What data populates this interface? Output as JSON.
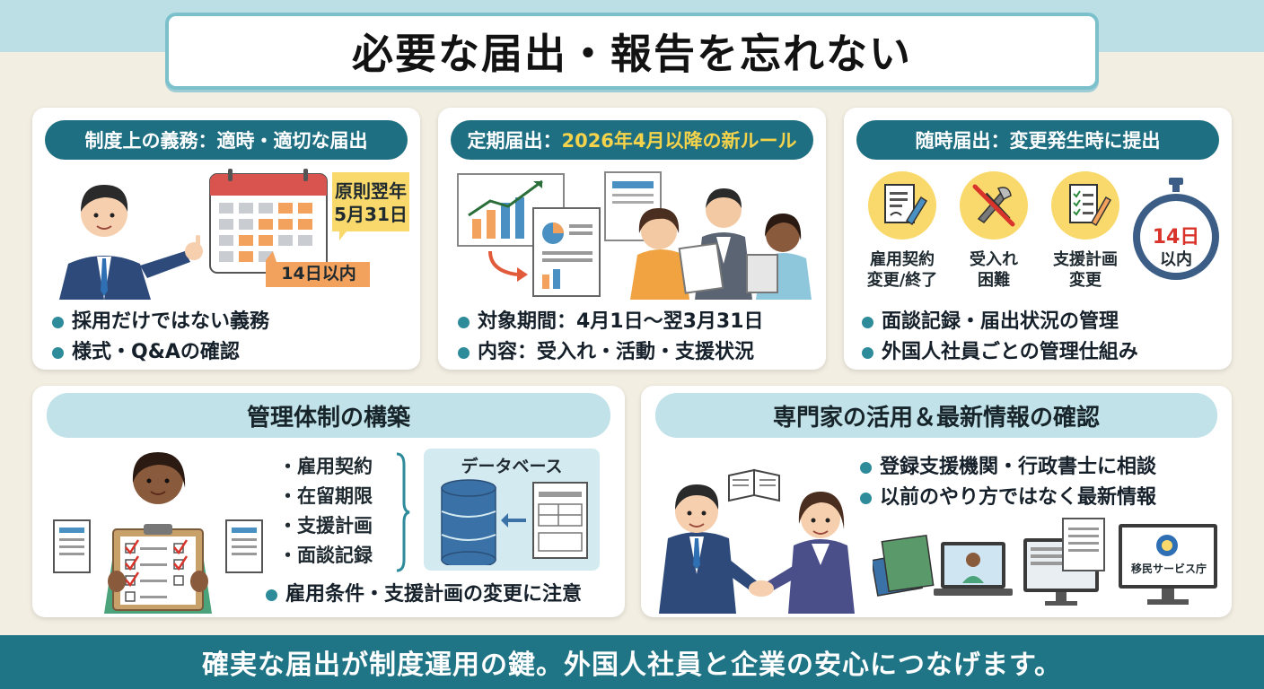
{
  "title": "必要な届出・報告を忘れない",
  "card1": {
    "heading": "制度上の義務：適時・適切な届出",
    "deadline_main_line1": "原則翌年",
    "deadline_main_line2": "5月31日",
    "deadline_sub": "14日以内",
    "bullets": [
      "採用だけではない義務",
      "様式・Q&Aの確認"
    ]
  },
  "card2": {
    "heading_prefix": "定期届出：",
    "heading_highlight": "2026年4月以降の新ルール",
    "bullets": [
      "対象期間：4月1日〜翌3月31日",
      "内容：受入れ・活動・支援状況"
    ]
  },
  "card3": {
    "heading": "随時届出：変更発生時に提出",
    "items": [
      {
        "line1": "雇用契約",
        "line2": "変更/終了",
        "icon": "contract-pen-icon"
      },
      {
        "line1": "受入れ",
        "line2": "困難",
        "icon": "prohibited-tools-icon"
      },
      {
        "line1": "支援計画",
        "line2": "変更",
        "icon": "checklist-pencil-icon"
      }
    ],
    "timer_line1": "14日",
    "timer_line2": "以内",
    "bullets": [
      "面談記録・届出状況の管理",
      "外国人社員ごとの管理仕組み"
    ]
  },
  "card4": {
    "heading": "管理体制の構築",
    "list": [
      "・雇用契約",
      "・在留期限",
      "・支援計画",
      "・面談記録"
    ],
    "db_label": "データベース",
    "bullets": [
      "雇用条件・支援計画の変更に注意"
    ]
  },
  "card5": {
    "heading": "専門家の活用＆最新情報の確認",
    "bullets": [
      "登録支援機関・行政書士に相談",
      "以前のやり方ではなく最新情報"
    ],
    "agency_label": "移民サービス庁"
  },
  "footer": "確実な届出が制度運用の鍵。外国人社員と企業の安心につなげます。",
  "colors": {
    "background": "#f3eee2",
    "teal_dark": "#1e6f82",
    "teal_light": "#c2e2e9",
    "highlight": "#f5d34a",
    "orange": "#f2a25c",
    "yellow": "#f9d96b",
    "footer": "#1f7585"
  }
}
